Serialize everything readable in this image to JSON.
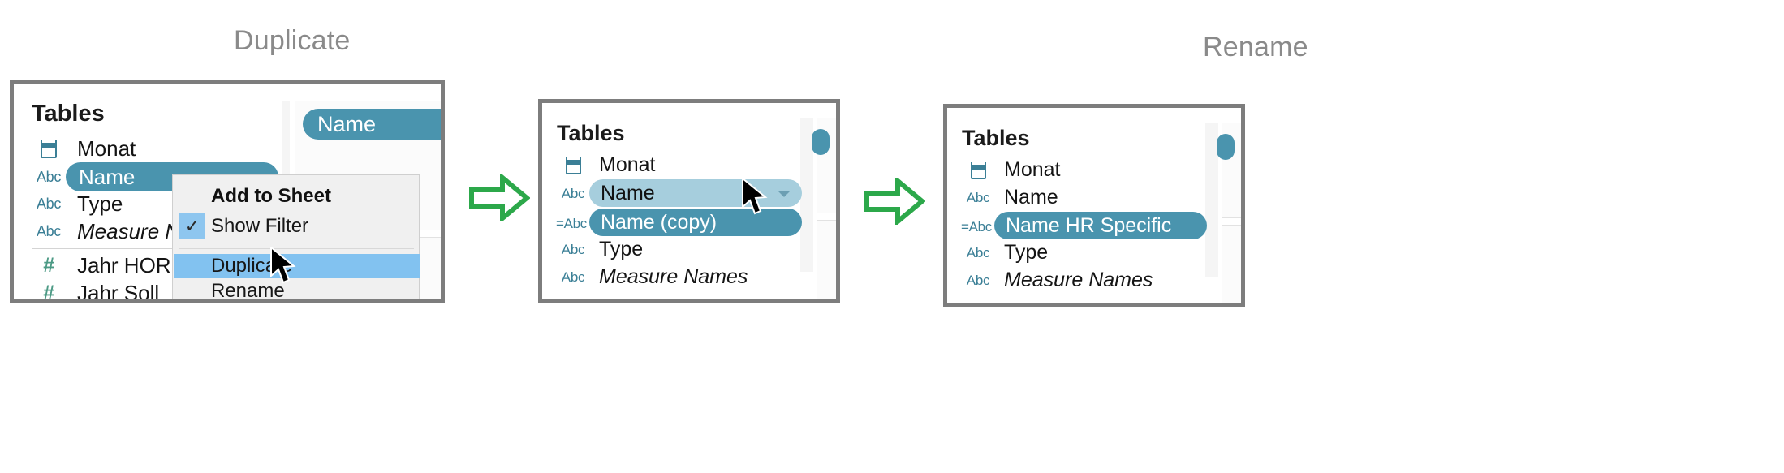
{
  "steps": [
    {
      "id": "duplicate",
      "caption": "Duplicate"
    },
    {
      "id": "rename",
      "caption": "Rename"
    }
  ],
  "panels": {
    "duplicate": {
      "heading": "Tables",
      "fields": [
        {
          "icon": "calendar-icon",
          "icon_label": "",
          "label": "Monat",
          "style": "plain",
          "state": "normal"
        },
        {
          "icon": "abc-icon",
          "icon_label": "Abc",
          "label": "Name",
          "style": "plain",
          "state": "selected-dark"
        },
        {
          "icon": "abc-icon",
          "icon_label": "Abc",
          "label": "Type",
          "style": "plain",
          "state": "normal"
        },
        {
          "icon": "abc-icon",
          "icon_label": "Abc",
          "label": "Measure Names",
          "style": "italic",
          "state": "normal"
        },
        {
          "icon": "hash-icon",
          "icon_label": "#",
          "label": "Jahr HORE",
          "style": "plain",
          "state": "normal"
        },
        {
          "icon": "hash-icon",
          "icon_label": "#",
          "label": "Jahr Soll",
          "style": "plain",
          "state": "normal"
        }
      ],
      "worksheet_pill": "Name",
      "context_menu": {
        "header": "Add to Sheet",
        "items": [
          {
            "label": "Show Filter",
            "checked": true,
            "highlighted": false
          },
          {
            "label": "Duplicate",
            "checked": false,
            "highlighted": true
          },
          {
            "label": "Rename",
            "checked": false,
            "highlighted": false
          }
        ]
      }
    },
    "copy": {
      "heading": "Tables",
      "fields": [
        {
          "icon": "calendar-icon",
          "icon_label": "",
          "label": "Monat",
          "style": "plain",
          "state": "normal"
        },
        {
          "icon": "abc-icon",
          "icon_label": "Abc",
          "label": "Name",
          "style": "plain",
          "state": "selected-light"
        },
        {
          "icon": "calc-abc-icon",
          "icon_label": "=Abc",
          "label": "Name (copy)",
          "style": "plain",
          "state": "selected-dark"
        },
        {
          "icon": "abc-icon",
          "icon_label": "Abc",
          "label": "Type",
          "style": "plain",
          "state": "normal"
        },
        {
          "icon": "abc-icon",
          "icon_label": "Abc",
          "label": "Measure Names",
          "style": "italic",
          "state": "normal"
        }
      ]
    },
    "renamed": {
      "heading": "Tables",
      "fields": [
        {
          "icon": "calendar-icon",
          "icon_label": "",
          "label": "Monat",
          "style": "plain",
          "state": "normal"
        },
        {
          "icon": "abc-icon",
          "icon_label": "Abc",
          "label": "Name",
          "style": "plain",
          "state": "normal"
        },
        {
          "icon": "calc-abc-icon",
          "icon_label": "=Abc",
          "label": "Name HR Specific",
          "style": "plain",
          "state": "selected-dark"
        },
        {
          "icon": "abc-icon",
          "icon_label": "Abc",
          "label": "Type",
          "style": "plain",
          "state": "normal"
        },
        {
          "icon": "abc-icon",
          "icon_label": "Abc",
          "label": "Measure Names",
          "style": "italic",
          "state": "normal"
        }
      ]
    }
  },
  "arrows": [
    {
      "name": "flow-arrow-1",
      "direction": "right"
    },
    {
      "name": "flow-arrow-2",
      "direction": "right"
    }
  ],
  "colors": {
    "pill_dark": "#4a94ae",
    "pill_light": "#a6cedd",
    "icon_blue": "#3b7f96",
    "icon_green": "#4c9a85",
    "arrow_green": "#2ca84a",
    "menu_highlight": "#82c2f0",
    "menu_bg": "#f0f0f0",
    "panel_border": "#7d7d7d",
    "caption_gray": "#8a8a8a"
  }
}
